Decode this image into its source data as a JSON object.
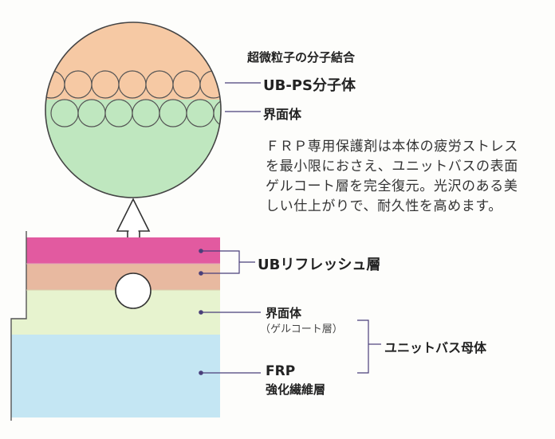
{
  "circle_title": "超微粒子の分子結合",
  "labels": {
    "ubps": "UB-PS分子体",
    "interface_top": "界面体",
    "ub_refresh": "UBリフレッシュ層",
    "interface_bottom": "界面体",
    "gelcoat": "（ゲルコート層）",
    "frp": "FRP",
    "fiber": "強化繊維層",
    "mother": "ユニットバス母体"
  },
  "description": "ＦＲＰ専用保護剤は本体の疲労ストレスを最小限におさえ、ユニットバスの表面ゲルコート層を完全復元。光沢のある美しい仕上がりで、耐久性を高めます。",
  "colors": {
    "pink": "#e25aa0",
    "tan": "#e8b9a0",
    "light_green": "#e7f3cf",
    "blue": "#c4e6f3",
    "peach": "#f6c9a4",
    "mint": "#bfe7bf",
    "line": "#4a3f7a"
  }
}
